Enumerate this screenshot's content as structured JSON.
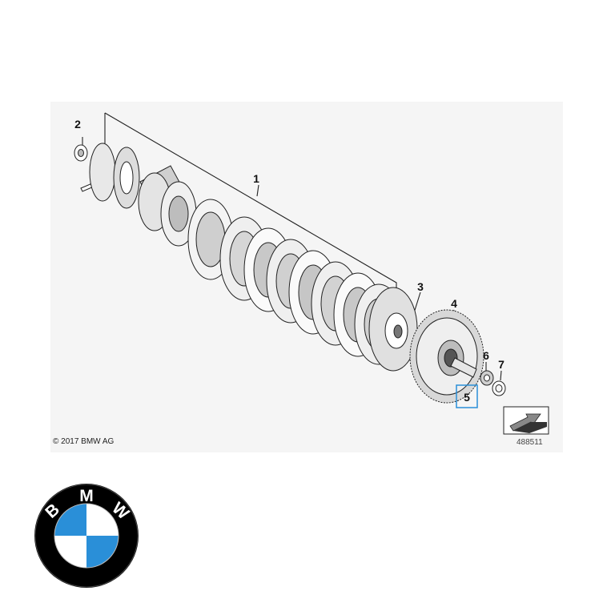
{
  "diagram": {
    "copyright": "© 2017 BMW AG",
    "reference_number": "488511",
    "callouts": [
      {
        "id": "1",
        "label": "1"
      },
      {
        "id": "2",
        "label": "2"
      },
      {
        "id": "3",
        "label": "3"
      },
      {
        "id": "4",
        "label": "4"
      },
      {
        "id": "5",
        "label": "5",
        "highlighted": true
      },
      {
        "id": "6",
        "label": "6"
      },
      {
        "id": "7",
        "label": "7"
      }
    ],
    "highlight_color": "#2a8fd8"
  },
  "logo": {
    "letters": [
      "B",
      "M",
      "W"
    ],
    "colors": {
      "blue": "#2a8fd8",
      "white": "#ffffff",
      "ring": "#000000"
    }
  }
}
